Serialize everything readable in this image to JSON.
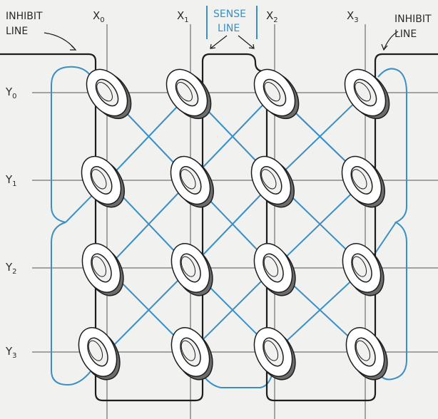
{
  "labels": {
    "inhibit_left_1": "INHIBIT",
    "inhibit_left_2": "LINE",
    "inhibit_right_1": "INHIBIT",
    "inhibit_right_2": "LINE",
    "sense_1": "SENSE",
    "sense_2": "LINE",
    "x0": "X",
    "x0_sub": "0",
    "x1": "X",
    "x1_sub": "1",
    "x2": "X",
    "x2_sub": "2",
    "x3": "X",
    "x3_sub": "3",
    "y0": "Y",
    "y0_sub": "0",
    "y1": "Y",
    "y1_sub": "1",
    "y2": "Y",
    "y2_sub": "2",
    "y3": "Y",
    "y3_sub": "3"
  },
  "colors": {
    "background": "#f1f1ef",
    "wire": "#1d1d1d",
    "sense": "#3a8fc4",
    "core_fill": "#ffffff",
    "core_shadow": "#6c6c6c"
  }
}
